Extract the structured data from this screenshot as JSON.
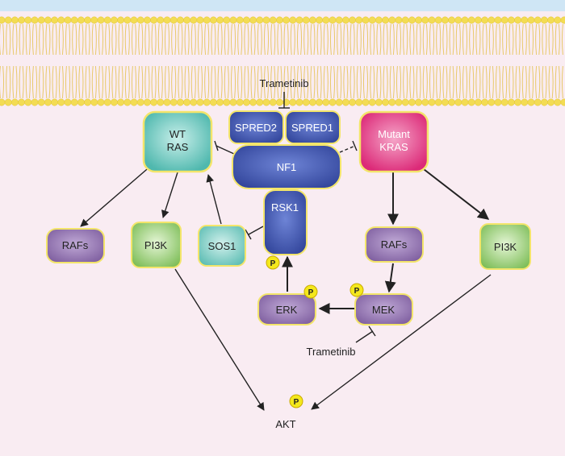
{
  "nodes": {
    "wt_ras": {
      "line1": "WT",
      "line2": "RAS"
    },
    "mutant_kras": {
      "line1": "Mutant",
      "line2": "KRAS"
    },
    "spred2": "SPRED2",
    "spred1": "SPRED1",
    "nf1": "NF1",
    "rsk1": "RSK1",
    "sos1": "SOS1",
    "rafs_left": "RAFs",
    "pi3k_left": "PI3K",
    "rafs_right": "RAFs",
    "pi3k_right": "PI3K",
    "erk": "ERK",
    "mek": "MEK",
    "akt": "AKT"
  },
  "drugs": {
    "top": "Trametinib",
    "bottom": "Trametinib"
  },
  "phospho_label": "P",
  "colors": {
    "background": "#f9ecf2",
    "membrane_top": "#cfe6f5",
    "lipid_head": "#f3dc54",
    "lipid_tail": "#e8c96a",
    "ras_fill": "#6cc9c1",
    "ras_border": "#f3e56a",
    "kras_fill": "#e0307f",
    "nf1_fill": "#3b4fa6",
    "nf1_border": "#f3e56a",
    "purple_fill": "#8a6aa8",
    "green_fill": "#8cc86a",
    "sos_fill": "#6cc9c1",
    "phospho_fill": "#f4e81c"
  }
}
